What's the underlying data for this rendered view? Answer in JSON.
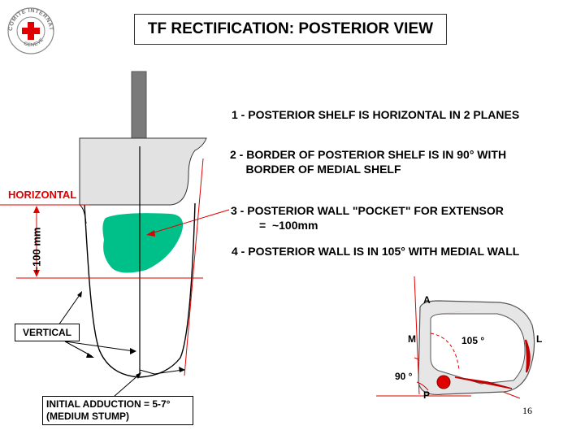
{
  "title": "TF RECTIFICATION: POSTERIOR VIEW",
  "logo": {
    "text_top": "COMITE INTERNATIONAL",
    "text_bottom": "GENEVE",
    "icon": "red-cross-icon"
  },
  "points": [
    "1 - POSTERIOR SHELF IS HORIZONTAL IN 2 PLANES",
    "2 - BORDER OF POSTERIOR SHELF IS IN 90° WITH\n     BORDER OF MEDIAL SHELF",
    "3 - POSTERIOR WALL \"POCKET\" FOR EXTENSOR\n         =  ~100mm",
    "4 - POSTERIOR WALL IS IN 105° WITH MEDIAL WALL"
  ],
  "labels": {
    "horizontal": "HORIZONTAL",
    "measure": "~100 mm",
    "vertical": "VERTICAL",
    "adduction_line1": "INITIAL ADDUCTION = 5-7°",
    "adduction_line2": "(MEDIUM STUMP)"
  },
  "section": {
    "A": "A",
    "M": "M",
    "L": "L",
    "P": "P",
    "angle_105": "105 °",
    "angle_90": "90 °"
  },
  "page_number": "16",
  "colors": {
    "red": "#e00000",
    "green": "#00c08a",
    "gray_fill": "#e6e6e6",
    "post": "#7a7a7a"
  }
}
